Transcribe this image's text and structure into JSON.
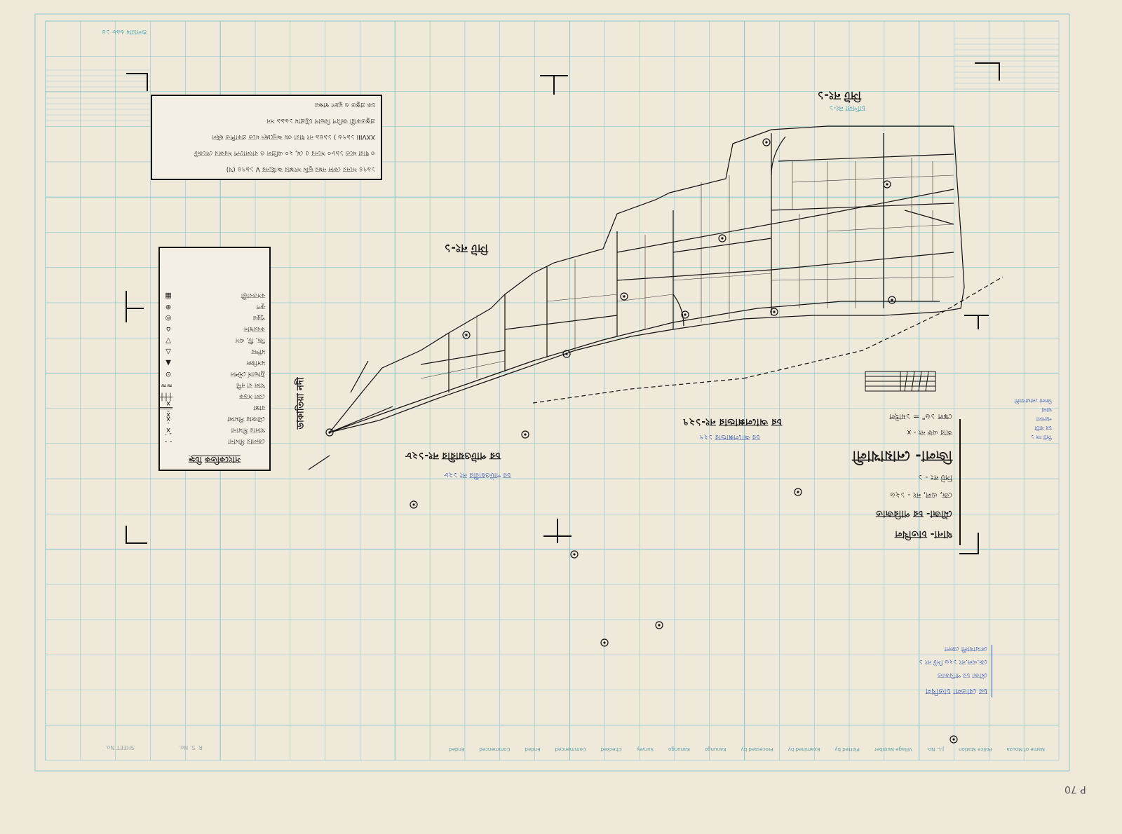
{
  "sheet": {
    "code": "P 70",
    "top_left_stamp": "শুলারাম ৬৯৮ ১৪"
  },
  "title_block": {
    "thana": "থানা- চাতখিল",
    "mouza": "মৌজা- চর পারিজাত",
    "jl_no": "জে, এল, নং - ১২৬",
    "sheet_no": "সিট নং - ১",
    "district": "জিলা- নোয়াখালী",
    "scale_label": "স্কেল ১৬\" = ১মাইল",
    "scale_ratio": "আর এফ নং - x"
  },
  "neighbours": {
    "top": "সিট নং-১",
    "left_mid": "সিট নং-১",
    "bottom_right": "চর আলেক্সান্ডার নং-১২৭",
    "bottom_right_blue": "চর আলেক্সান্ডার ১২৭",
    "bottom_left": "চর পাটওয়ারীর নং-১২৮",
    "bottom_left_blue": "চর পাটওয়ারীর নং ১২৮",
    "river": "ডাকাতিয়া নদী",
    "top_note": "চাপিলা নং-১"
  },
  "blue_annotations": {
    "bottom_stamp_1": "চর বোতলা চাতখিল",
    "bottom_stamp_2": "মৌজা চর পারিজাত",
    "bottom_stamp_3": "জে.এল.নং ১২৬ সিট নং ১",
    "bottom_stamp_4": "নোয়াখালী জেলা",
    "right_lines": [
      "সিট নং ১",
      "চর বাটা",
      "পরগনা",
      "থানা",
      "জিলা নোয়াখালী"
    ]
  },
  "notice": {
    "lines": [
      "১৯৭৪ সনের কোন নম্বর ভূমি সংস্কার আইনের V ১৯৭৪ (খ)",
      "৩ ধারা মতে ১৯৮০ সনের ৫ মে, ২০ এপ্রিল ও বাংলাদেশ সরকার গেজেট",
      "XXVIII ১৯৭৬ ) ১৯৪৯ নং ধারা ৩য় অনুচ্ছেদ মতে প্রকাশিত হইল",
      "প্রস্তুতকারী জরিপ বিভাগ চট্টগ্রাম ১৯৯৯ সন",
      "চক প্রস্তুত ও মুদ্রণ স্বাক্ষর"
    ]
  },
  "legend": {
    "title": "সাংকেতিক চিহ্ন",
    "items": [
      {
        "label": "জেলার সীমানা",
        "symbol": "- - - ·"
      },
      {
        "label": "থানার সীমানা",
        "symbol": "x · x"
      },
      {
        "label": "মৌজার সীমানা",
        "symbol": "x - x"
      },
      {
        "label": "রাস্তা",
        "symbol": "═══"
      },
      {
        "label": "রেল সড়ক",
        "symbol": "┼┼┼"
      },
      {
        "label": "খাল বা নদী",
        "symbol": "≈≈"
      },
      {
        "label": "ট্রাভার্স স্টেশন",
        "symbol": "⊙"
      },
      {
        "label": "মসজিদ",
        "symbol": "▲"
      },
      {
        "label": "মন্দির",
        "symbol": "△"
      },
      {
        "label": "জি, টি, এস",
        "symbol": "▽"
      },
      {
        "label": "কবরস্থান",
        "symbol": "⌂"
      },
      {
        "label": "পুকুর",
        "symbol": "◎"
      },
      {
        "label": "কূপ",
        "symbol": "⊕"
      },
      {
        "label": "বসতবাড়ী",
        "symbol": "▦"
      }
    ]
  },
  "bottom_strip": {
    "labels": [
      "Name of Mouza",
      "Police Station",
      "J.L. No.",
      "Village Number",
      "Plotted by",
      "Examined by",
      "Processed by",
      "Kanungo",
      "Kanungo",
      "Survey",
      "Checked",
      "Commenced",
      "Ended",
      "Commenced",
      "Ended"
    ],
    "sheet_no_label": "SHEET No.",
    "rs_no_label": "R. S. No."
  },
  "colors": {
    "paper": "#efe9da",
    "grid": "#8fc7cc",
    "ink": "#111111",
    "blue_ink": "#2b4fb0"
  }
}
